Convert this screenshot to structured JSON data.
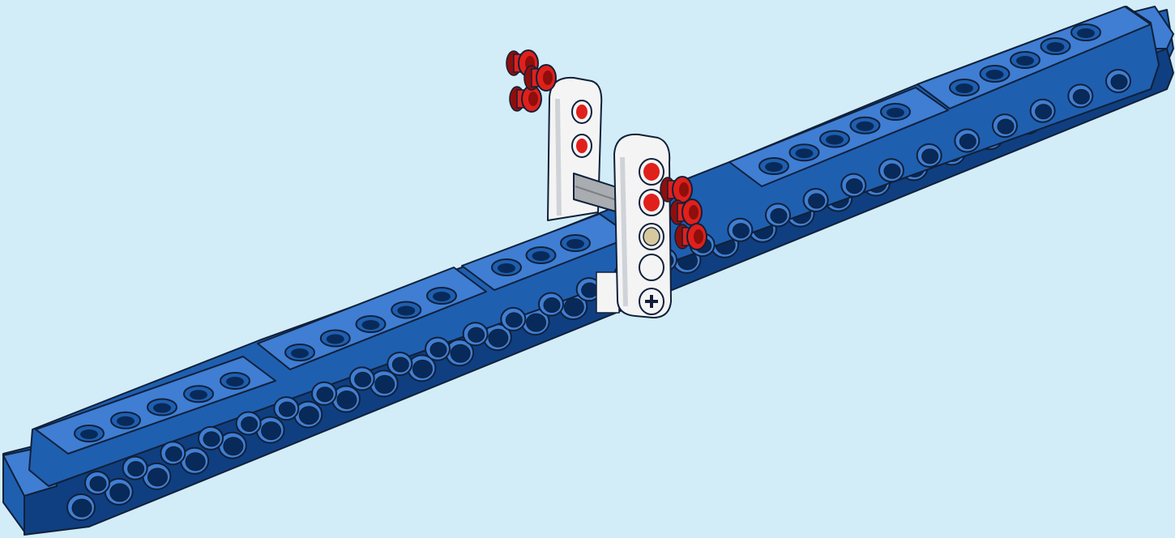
{
  "scene": {
    "subject": "lego-technic-beam-assembly",
    "palette": {
      "background": "#d2edf7",
      "beam_blue": "#1f5fb0",
      "beam_blue_light": "#3f7ed3",
      "beam_blue_dark": "#0f3f80",
      "outline": "#10203a",
      "hole_dark": "#082a5a",
      "liftarm_white": "#f4f4f4",
      "liftarm_shadow": "#cfd3d8",
      "pin_red": "#e0201b",
      "pin_red_dark": "#8e0f0c",
      "axle_grey": "#a9acb0",
      "bush_tan": "#d8c8a0"
    },
    "parts": {
      "beam_rows": 2,
      "stacked_brick_segments": 5,
      "liftarms": 2,
      "red_pins": 6,
      "grey_axles": 1
    }
  }
}
